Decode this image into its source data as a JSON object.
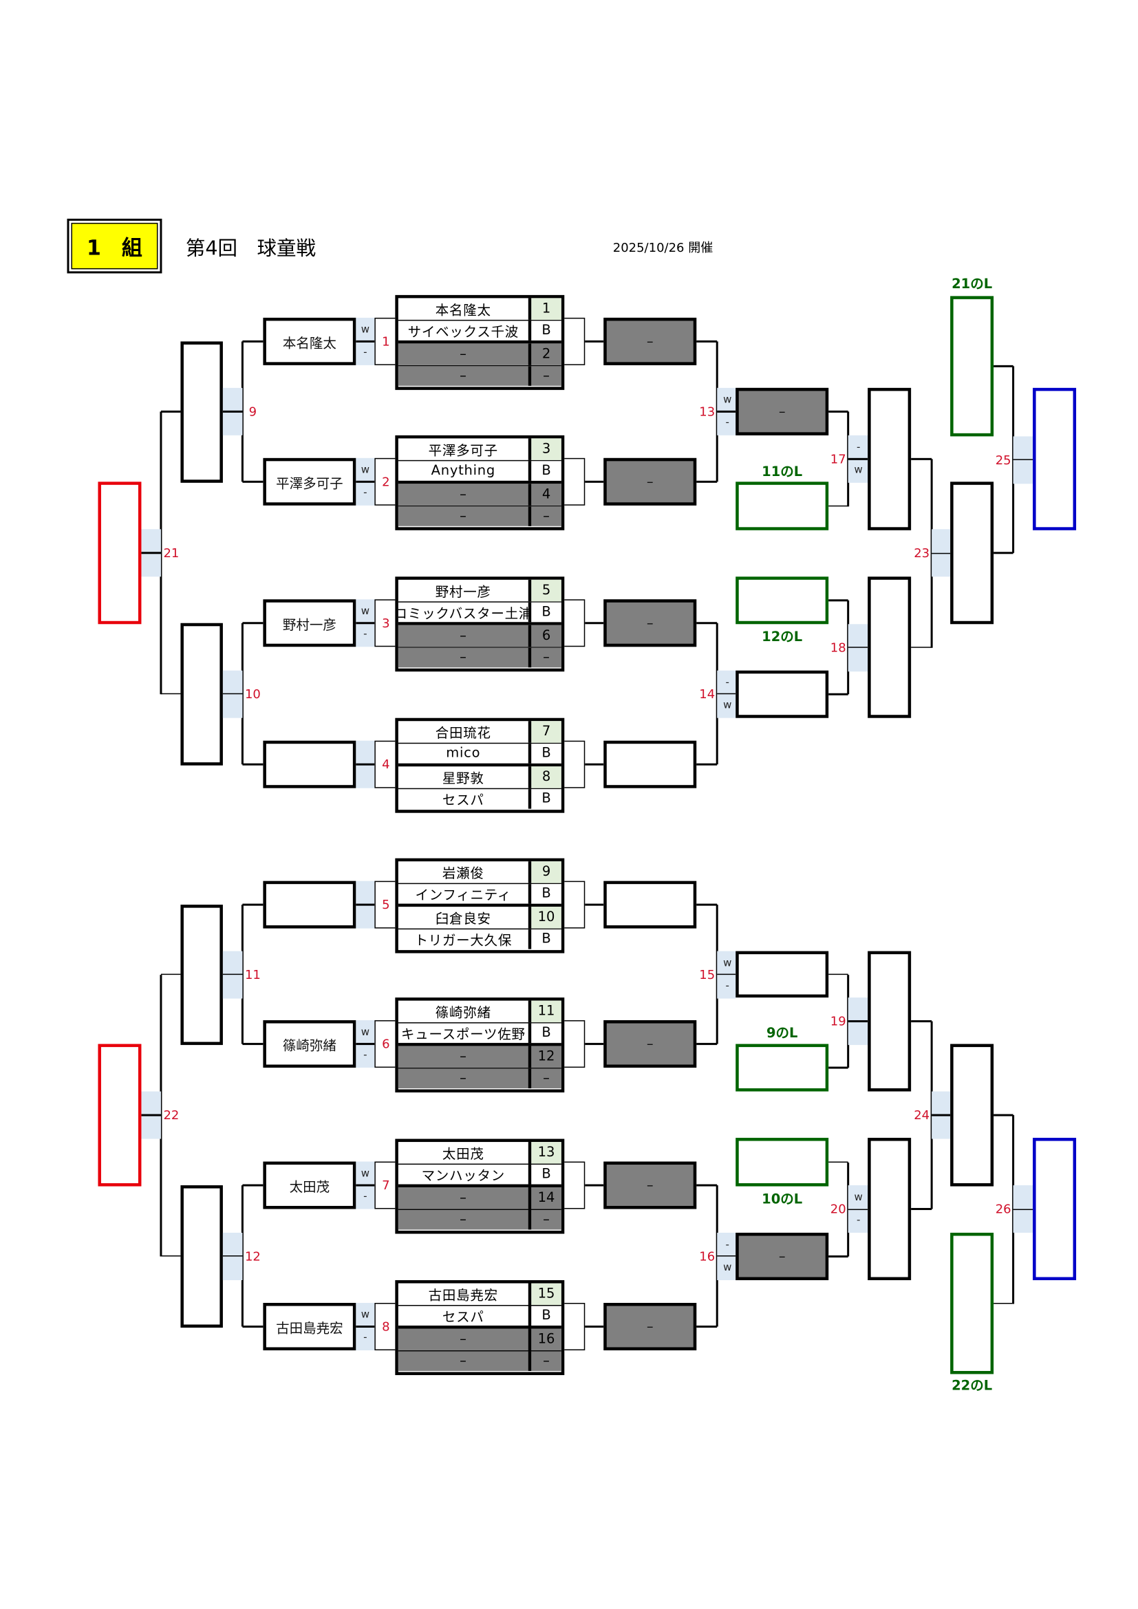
{
  "header": {
    "group_label": "1　組",
    "title": "第4回　球童戦",
    "date": "2025/10/26 開催"
  },
  "blocks": [
    {
      "match": "1",
      "winner": "本名隆太",
      "marks": [
        "w",
        "-"
      ],
      "next": "–",
      "entries": [
        {
          "name": "本名隆太",
          "seed": "1"
        },
        {
          "name": "サイベックス千波",
          "seed": "B"
        },
        {
          "name": "–",
          "seed": "2",
          "bye": true
        },
        {
          "name": "–",
          "seed": "–",
          "bye": true
        }
      ]
    },
    {
      "match": "2",
      "winner": "平澤多可子",
      "marks": [
        "w",
        "-"
      ],
      "next": "–",
      "entries": [
        {
          "name": "平澤多可子",
          "seed": "3"
        },
        {
          "name": "Anything",
          "seed": "B"
        },
        {
          "name": "–",
          "seed": "4",
          "bye": true
        },
        {
          "name": "–",
          "seed": "–",
          "bye": true
        }
      ]
    },
    {
      "match": "3",
      "winner": "野村一彦",
      "marks": [
        "w",
        "-"
      ],
      "next": "–",
      "entries": [
        {
          "name": "野村一彦",
          "seed": "5"
        },
        {
          "name": "コミックバスター土浦",
          "seed": "B"
        },
        {
          "name": "–",
          "seed": "6",
          "bye": true
        },
        {
          "name": "–",
          "seed": "–",
          "bye": true
        }
      ]
    },
    {
      "match": "4",
      "winner": "",
      "marks": null,
      "next": "",
      "entries": [
        {
          "name": "合田琉花",
          "seed": "7"
        },
        {
          "name": "mico",
          "seed": "B"
        },
        {
          "name": "星野敦",
          "seed": "8"
        },
        {
          "name": "セスパ",
          "seed": "B"
        }
      ]
    },
    {
      "match": "5",
      "winner": "",
      "marks": null,
      "next": "",
      "entries": [
        {
          "name": "岩瀬俊",
          "seed": "9"
        },
        {
          "name": "インフィニティ",
          "seed": "B"
        },
        {
          "name": "臼倉良安",
          "seed": "10"
        },
        {
          "name": "トリガー大久保",
          "seed": "B"
        }
      ]
    },
    {
      "match": "6",
      "winner": "篠崎弥緒",
      "marks": [
        "w",
        "-"
      ],
      "next": "–",
      "entries": [
        {
          "name": "篠崎弥緒",
          "seed": "11"
        },
        {
          "name": "キュースポーツ佐野",
          "seed": "B"
        },
        {
          "name": "–",
          "seed": "12",
          "bye": true
        },
        {
          "name": "–",
          "seed": "–",
          "bye": true
        }
      ]
    },
    {
      "match": "7",
      "winner": "太田茂",
      "marks": [
        "w",
        "-"
      ],
      "next": "–",
      "entries": [
        {
          "name": "太田茂",
          "seed": "13"
        },
        {
          "name": "マンハッタン",
          "seed": "B"
        },
        {
          "name": "–",
          "seed": "14",
          "bye": true
        },
        {
          "name": "–",
          "seed": "–",
          "bye": true
        }
      ]
    },
    {
      "match": "8",
      "winner": "古田島尭宏",
      "marks": [
        "w",
        "-"
      ],
      "next": "–",
      "entries": [
        {
          "name": "古田島尭宏",
          "seed": "15"
        },
        {
          "name": "セスパ",
          "seed": "B"
        },
        {
          "name": "–",
          "seed": "16",
          "bye": true
        },
        {
          "name": "–",
          "seed": "–",
          "bye": true
        }
      ]
    }
  ],
  "matches": {
    "m9": "9",
    "m10": "10",
    "m11": "11",
    "m12": "12",
    "m13": "13",
    "m14": "14",
    "m15": "15",
    "m16": "16",
    "m17": "17",
    "m18": "18",
    "m19": "19",
    "m20": "20",
    "m21": "21",
    "m22": "22",
    "m23": "23",
    "m24": "24",
    "m25": "25",
    "m26": "26"
  },
  "marks": {
    "m13": [
      "w",
      "-"
    ],
    "m14": [
      "-",
      "w"
    ],
    "m15": [
      "w",
      "-"
    ],
    "m16": [
      "-",
      "w"
    ],
    "m17": [
      "-",
      "w"
    ],
    "m20": [
      "w",
      "-"
    ]
  },
  "slots": {
    "m13_winner": "–",
    "m16_winner": "–"
  },
  "loser_slots": {
    "l21": "21のL",
    "l11": "11のL",
    "l12": "12のL",
    "l9": "9のL",
    "l10": "10のL",
    "l22": "22のL"
  },
  "colors": {
    "title_bg": "#ffff00",
    "final_left": "#e8000b",
    "loser_slot": "#006400",
    "final_right": "#0000c8",
    "match_number": "#d0102a",
    "seed_bg": "#e2efda",
    "bye_bg": "#808080",
    "mark_bg": "#dce8f4"
  }
}
